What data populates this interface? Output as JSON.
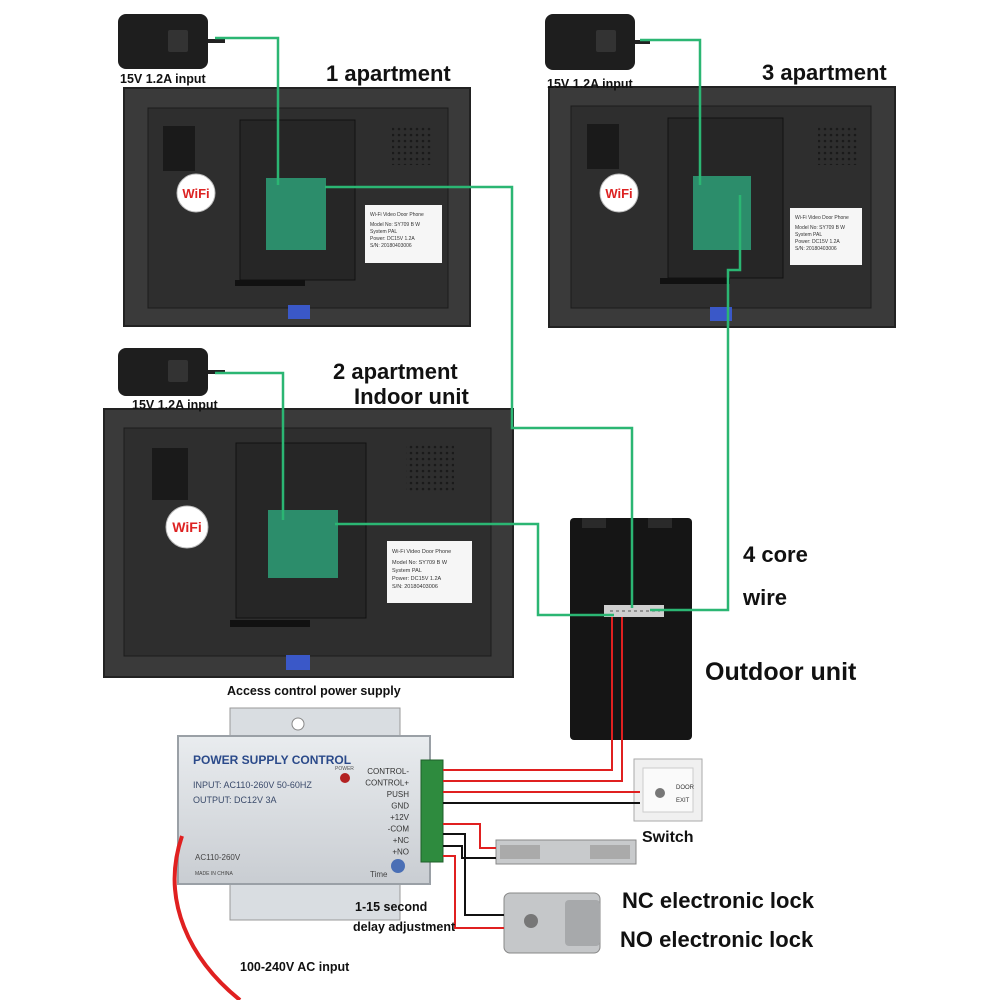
{
  "labels": {
    "adapter_input_1": "15V 1.2A input",
    "adapter_input_2": "15V 1.2A input",
    "adapter_input_3": "15V 1.2A input",
    "apartment_1": "1 apartment",
    "apartment_2": "2 apartment",
    "indoor_unit": "Indoor unit",
    "apartment_3": "3 apartment",
    "core_wire_line1": "4 core",
    "core_wire_line2": "wire",
    "outdoor_unit": "Outdoor unit",
    "access_power": "Access control power supply",
    "switch": "Switch",
    "nc_lock": "NC electronic lock",
    "no_lock": "NO electronic lock",
    "delay_line1": "1-15 second",
    "delay_line2": "delay adjustment",
    "ac_input": "100-240V AC input"
  },
  "monitor": {
    "wifi": "WiFi",
    "sticker_line1": "Wi-Fi Video Door Phone",
    "sticker_line2": "Model No: SY709 B W",
    "sticker_line3": "System PAL",
    "sticker_line4": "Power: DC15V 1.2A",
    "sticker_line5": "S/N: 20180403006"
  },
  "power_supply": {
    "title": "POWER SUPPLY CONTROL",
    "input": "INPUT: AC110-260V 50-60HZ",
    "output": "OUTPUT: DC12V 3A",
    "power_led": "POWER",
    "ac_label": "AC110-260V",
    "made_in": "MADE IN CHINA",
    "time": "Time",
    "terminals": [
      "CONTROL-",
      "CONTROL+",
      "PUSH",
      "GND",
      "+12V",
      "-COM",
      "+NC",
      "+NO"
    ]
  },
  "exit_button": {
    "door": "DOOR",
    "exit": "EXIT"
  },
  "colors": {
    "signal_wire": "#2bb673",
    "power_wire": "#e02020",
    "data_wire": "#111111",
    "monitor_body": "#3a3a3a"
  }
}
